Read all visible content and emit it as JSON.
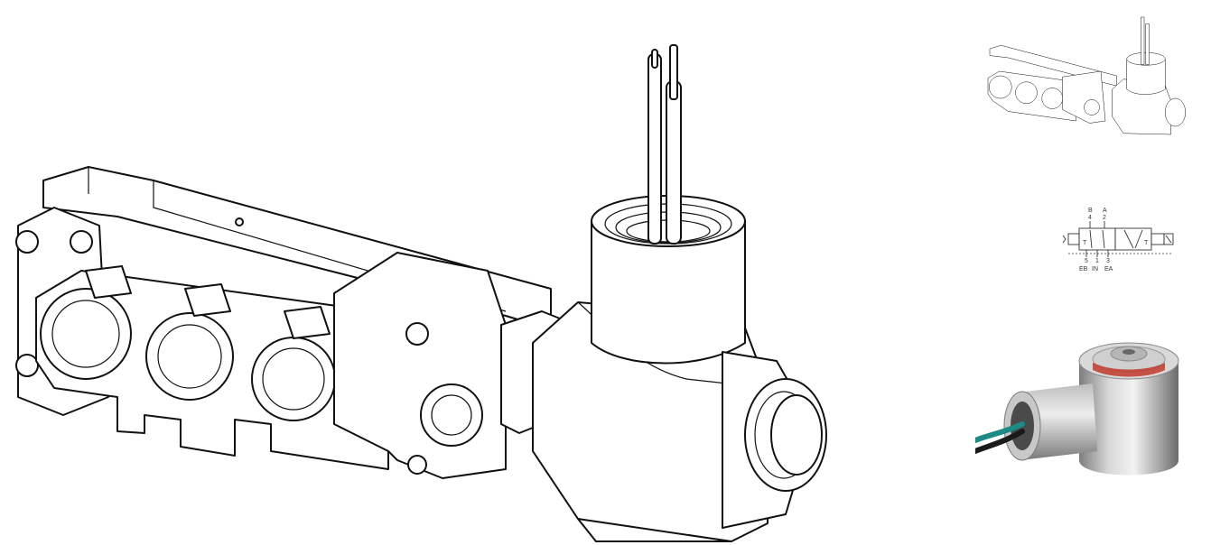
{
  "schematic": {
    "port_labels_top": [
      "B",
      "A",
      "4",
      "2"
    ],
    "port_labels_bottom": [
      "5",
      "1",
      "3",
      "EB",
      "IN",
      "EA"
    ],
    "inner_marks": [
      "T",
      "T"
    ]
  },
  "colors": {
    "line_art": "#111111",
    "background": "#ffffff",
    "photo_wire_teal": "#1d8a86",
    "photo_wire_black": "#1a1a1a",
    "photo_label_red": "#c0392b"
  }
}
